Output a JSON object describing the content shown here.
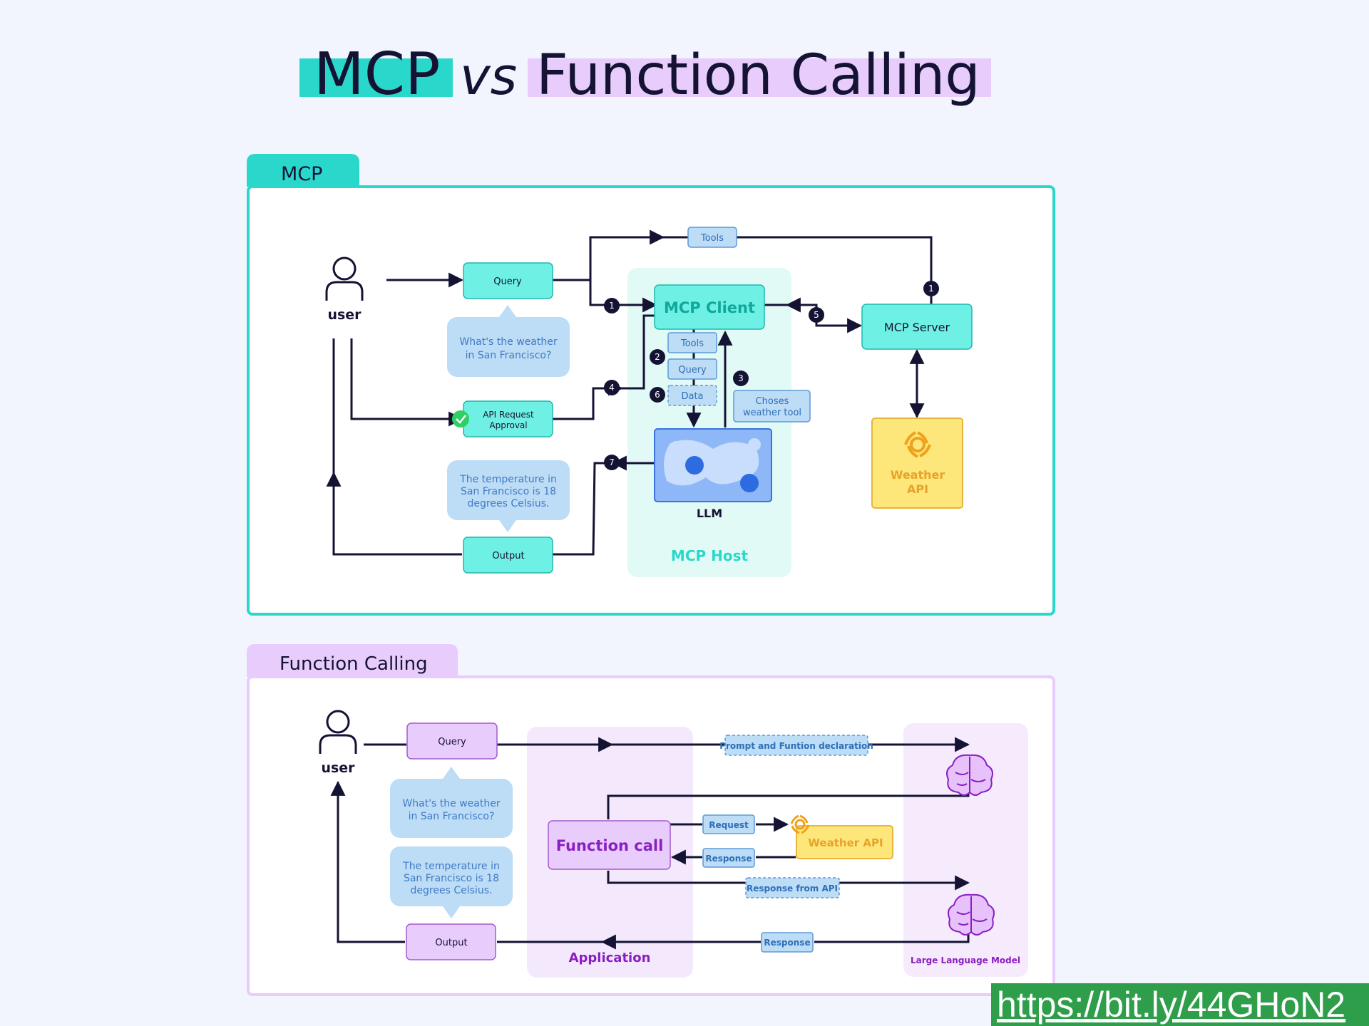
{
  "title": {
    "part1": "MCP",
    "part2": "vs",
    "part3": "Function Calling"
  },
  "mcp": {
    "tab_label": "MCP",
    "user_label": "user",
    "query": "Query",
    "bubble_question": [
      "What's the weather",
      "in San Francisco?"
    ],
    "api_request_approval": [
      "API Request",
      "Approval"
    ],
    "bubble_answer": [
      "The temperature in",
      "San Francisco is 18",
      "degrees Celsius."
    ],
    "output": "Output",
    "tools_top": "Tools",
    "mcp_client": "MCP Client",
    "mcp_server": "MCP Server",
    "chip_tools": "Tools",
    "chip_query": "Query",
    "chip_data": "Data",
    "choses": [
      "Choses",
      "weather tool"
    ],
    "llm": "LLM",
    "mcp_host": "MCP Host",
    "weather_api": [
      "Weather",
      "API"
    ],
    "steps": {
      "s1a": "1",
      "s1b": "1",
      "s2": "2",
      "s3": "3",
      "s4": "4",
      "s5": "5",
      "s6": "6",
      "s7": "7"
    }
  },
  "fc": {
    "tab_label": "Function Calling",
    "user_label": "user",
    "query": "Query",
    "bubble_question": [
      "What's the weather",
      "in San Francisco?"
    ],
    "bubble_answer": [
      "The temperature in",
      "San Francisco is 18",
      "degrees Celsius."
    ],
    "output": "Output",
    "prompt_decl": "Prompt and Funtion declaration",
    "function_call": "Function call",
    "request": "Request",
    "response_small": "Response",
    "weather_api": "Weather API",
    "response_from_api": "Response from API",
    "response_bottom": "Response",
    "application": "Application",
    "llm_label": "Large Language Model"
  },
  "url": "https://bit.ly/44GHoN2",
  "colors": {
    "teal": "#2ad8cb",
    "teal_fill": "#6ff0e4",
    "purple": "#e8ccfb",
    "purple_text": "#8a1ec2",
    "blue_chip": "#bddcf6",
    "dark": "#151334",
    "weather_yellow": "#fde77a"
  }
}
